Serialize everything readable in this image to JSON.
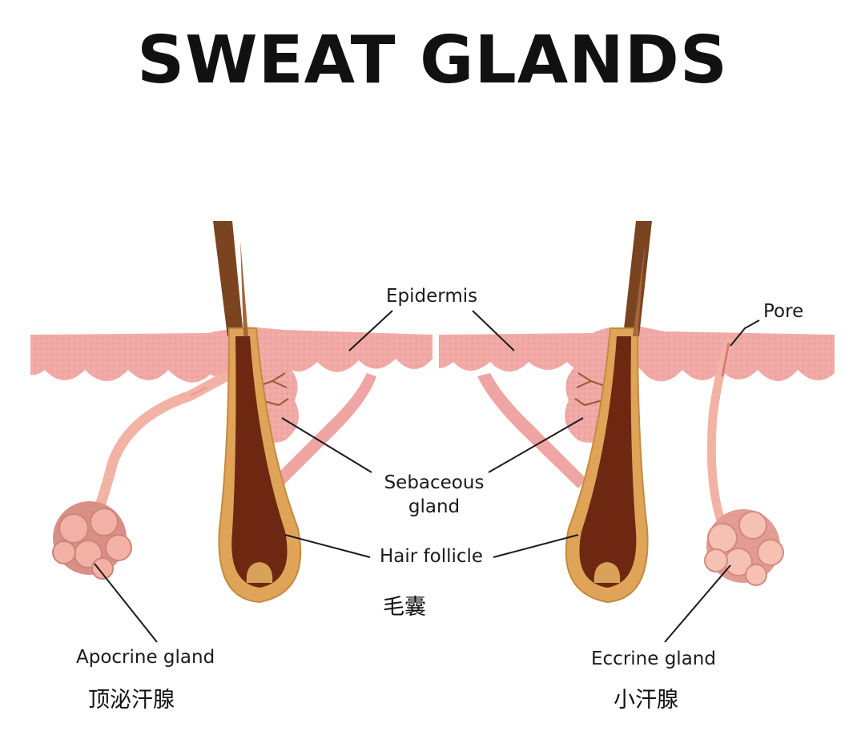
{
  "title": "SWEAT GLANDS",
  "labels": {
    "epidermis": "Epidermis",
    "pore": "Pore",
    "sebaceous_line1": "Sebaceous",
    "sebaceous_line2": "gland",
    "hair_follicle": "Hair follicle",
    "hair_follicle_cn": "毛囊",
    "apocrine": "Apocrine gland",
    "apocrine_cn": "顶泌汗腺",
    "eccrine": "Eccrine gland",
    "eccrine_cn": "小汗腺"
  },
  "colors": {
    "skin": "#f1a9a6",
    "skin_dark": "#e08d8b",
    "hair": "#7a4420",
    "follicle_outer": "#e0a458",
    "follicle_inner": "#6e2812",
    "bulb": "#d9a25a",
    "gland": "#f2b1a4",
    "gland_dark": "#c9857d",
    "line": "#1a1a1a"
  }
}
